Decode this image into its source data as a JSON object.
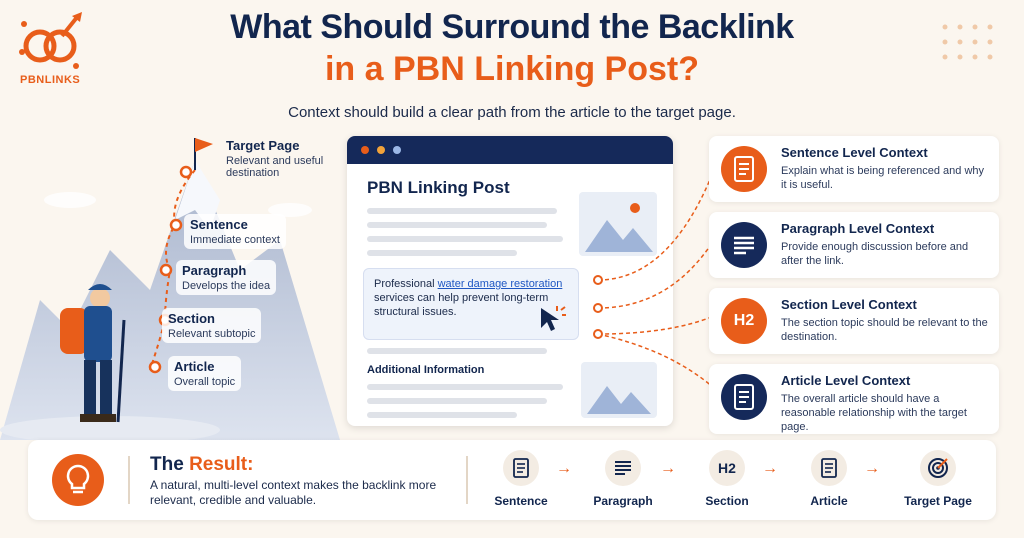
{
  "header": {
    "logo_text": "PBNLINKS",
    "title_line1": "What Should Surround the Backlink",
    "title_line2": "in a PBN Linking Post?",
    "subtitle": "Context should build a clear path from the article to the target page."
  },
  "mountain_steps": [
    {
      "title": "Target Page",
      "desc": "Relevant and useful destination"
    },
    {
      "title": "Sentence",
      "desc": "Immediate context"
    },
    {
      "title": "Paragraph",
      "desc": "Develops the idea"
    },
    {
      "title": "Section",
      "desc": "Relevant subtopic"
    },
    {
      "title": "Article",
      "desc": "Overall topic"
    }
  ],
  "post": {
    "title": "PBN Linking Post",
    "link_prefix": "Professional ",
    "link_anchor": "water damage restoration",
    "link_suffix": " services can help prevent long-term structural issues.",
    "additional_heading": "Additional Information"
  },
  "cards": [
    {
      "title": "Sentence Level Context",
      "desc": "Explain what is being referenced and why it is useful.",
      "icon": "document-icon"
    },
    {
      "title": "Paragraph Level Context",
      "desc": "Provide enough discussion before and after the link.",
      "icon": "list-icon"
    },
    {
      "title": "Section Level Context",
      "desc": "The section topic should be relevant to the destination.",
      "icon": "h2-icon",
      "badge": "H2"
    },
    {
      "title": "Article Level Context",
      "desc": "The overall article should have a reasonable relationship with the target page.",
      "icon": "document-icon"
    }
  ],
  "result": {
    "title_a": "The ",
    "title_b": "Result:",
    "text": "A natural, multi-level context makes the backlink more relevant, credible and valuable."
  },
  "flow": [
    {
      "label": "Sentence",
      "icon": "document-icon"
    },
    {
      "label": "Paragraph",
      "icon": "list-icon"
    },
    {
      "label": "Section",
      "icon": "h2-icon",
      "badge": "H2"
    },
    {
      "label": "Article",
      "icon": "document-icon"
    },
    {
      "label": "Target Page",
      "icon": "target-icon"
    }
  ],
  "colors": {
    "navy": "#12264e",
    "orange": "#e85d1a",
    "bg": "#fbf6ef"
  }
}
